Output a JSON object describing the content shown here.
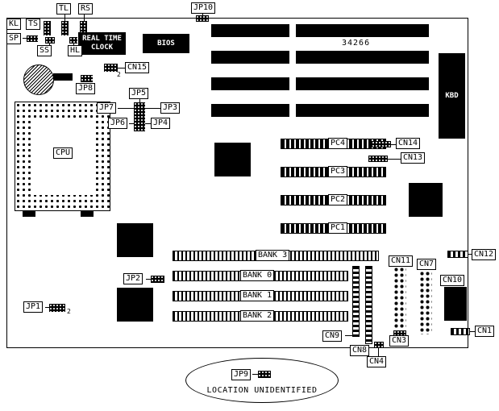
{
  "board": {
    "corner_labels": {
      "kl": "KL",
      "ts": "TS",
      "tl": "TL",
      "rs": "RS",
      "sp": "SP",
      "ss": "SS",
      "hl": "HL"
    },
    "rtc": {
      "line1": "REAL TIME",
      "line2": "CLOCK"
    },
    "bios": "BIOS",
    "chip_number": "34266",
    "kbd": "KBD",
    "cpu": "CPU",
    "jumpers": {
      "jp1": "JP1",
      "jp2": "JP2",
      "jp3": "JP3",
      "jp4": "JP4",
      "jp5": "JP5",
      "jp6": "JP6",
      "jp7": "JP7",
      "jp8": "JP8",
      "jp9": "JP9",
      "jp10": "JP10"
    },
    "pin_numbers": {
      "jp1_pin": "2",
      "cn15_pin": "2"
    },
    "connectors": {
      "cn1": "CN1",
      "cn3": "CN3",
      "cn4": "CN4",
      "cn7": "CN7",
      "cn8": "CN8",
      "cn9": "CN9",
      "cn10": "CN10",
      "cn11": "CN11",
      "cn12": "CN12",
      "cn13": "CN13",
      "cn14": "CN14",
      "cn15": "CN15"
    },
    "expansion_slots": {
      "pc1": "PC1",
      "pc2": "PC2",
      "pc3": "PC3",
      "pc4": "PC4"
    },
    "memory_banks": {
      "bank0": "BANK 0",
      "bank1": "BANK 1",
      "bank2": "BANK 2",
      "bank3": "BANK 3"
    },
    "footnote": {
      "text": "LOCATION UNIDENTIFIED"
    }
  },
  "colors": {
    "ink": "#000000",
    "paper": "#ffffff"
  }
}
